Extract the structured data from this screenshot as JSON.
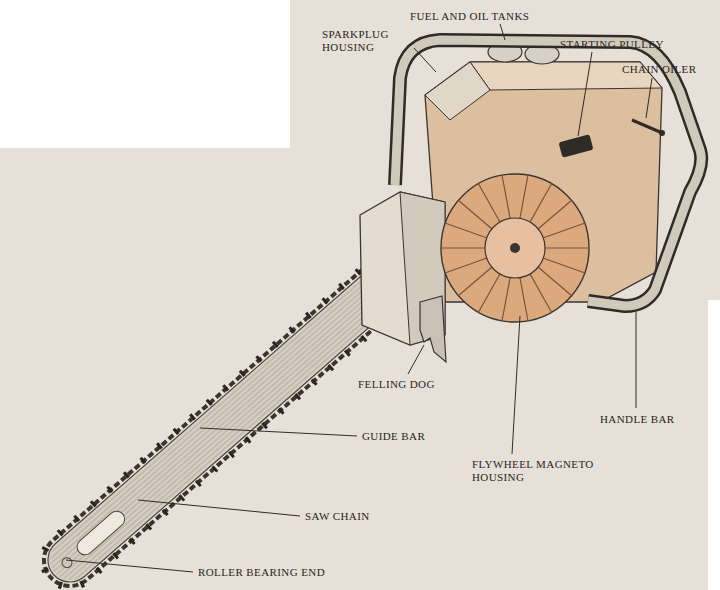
{
  "diagram": {
    "labels": [
      "FUEL AND OIL TANKS",
      "SPARKPLUG HOUSING",
      "STARTING PULLEY",
      "CHAIN OILER",
      "FELLING DOG",
      "GUIDE BAR",
      "HANDLE BAR",
      "FLYWHEEL MAGNETO HOUSING",
      "SAW CHAIN",
      "ROLLER BEARING END"
    ]
  }
}
